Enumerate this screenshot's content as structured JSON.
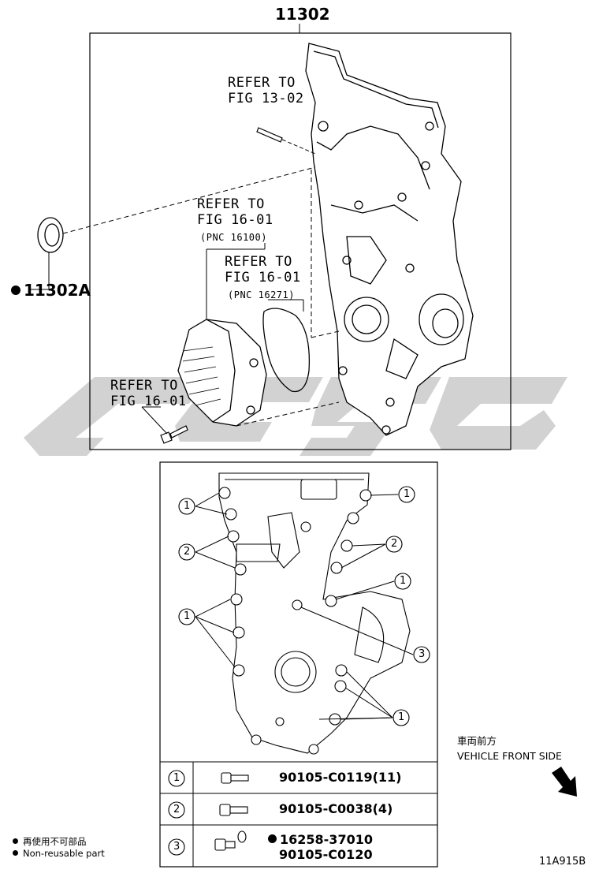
{
  "assembly_number": "11302",
  "seal_part": "11302A",
  "references": {
    "stud": [
      "REFER TO",
      "FIG 13-02"
    ],
    "water_pump": [
      "REFER TO",
      "FIG 16-01",
      "(PNC 16100)"
    ],
    "gasket": [
      "REFER TO",
      "FIG 16-01",
      "(PNC 16271)"
    ],
    "bolt": [
      "REFER TO",
      "FIG 16-01"
    ]
  },
  "callouts": [
    "1",
    "2",
    "3"
  ],
  "bolt_table": [
    {
      "key": "1",
      "part": "90105-C0119(11)"
    },
    {
      "key": "2",
      "part": "90105-C0038(4)"
    },
    {
      "key": "3",
      "part_washer": "16258-37010",
      "part": "90105-C0120"
    }
  ],
  "legend": {
    "line1": "再使用不可部品",
    "line2": "Non-reusable part"
  },
  "front_side": {
    "jp": "車両前方",
    "en": "VEHICLE FRONT SIDE"
  },
  "figure_code": "11A915B",
  "colors": {
    "watermark": "#d0d0d0",
    "line": "#000000"
  }
}
